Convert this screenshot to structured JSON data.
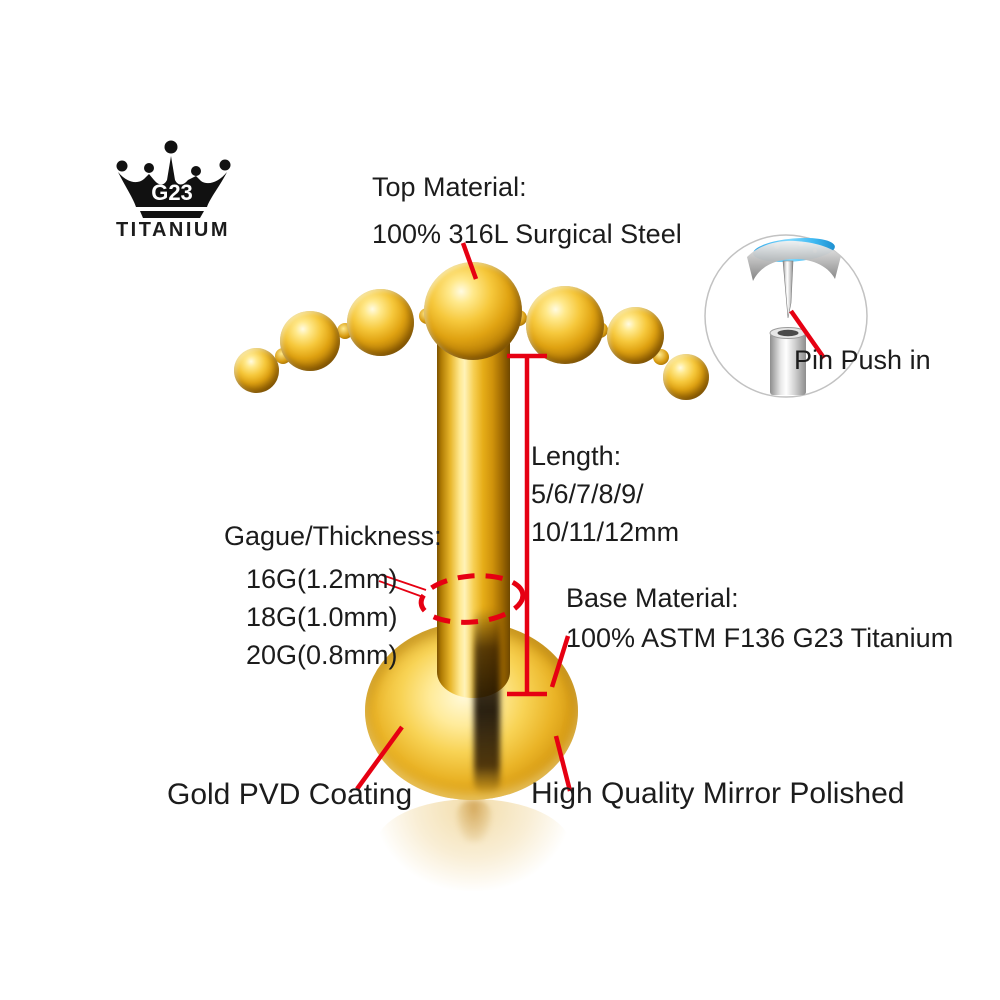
{
  "brand": {
    "crown_label": "G23",
    "name": "TITANIUM"
  },
  "callouts": {
    "top_material": {
      "title": "Top Material:",
      "value": "100% 316L Surgical Steel"
    },
    "pin_push": {
      "label": "Pin Push in"
    },
    "length": {
      "title": "Length:",
      "values_line1": "5/6/7/8/9/",
      "values_line2": "10/11/12mm"
    },
    "gauge": {
      "title": "Gague/Thickness:",
      "options": [
        "16G(1.2mm)",
        "18G(1.0mm)",
        "20G(0.8mm)"
      ]
    },
    "base_material": {
      "title": "Base Material:",
      "value": "100% ASTM F136 G23 Titanium"
    },
    "coating": {
      "label": "Gold PVD Coating"
    },
    "finish": {
      "label": "High Quality Mirror Polished"
    }
  },
  "colors": {
    "annotation_red": "#e60012",
    "text": "#1c1c1c",
    "gold_mid": "#e8b923",
    "opal_blue": "#3fb9f2",
    "inset_border": "#c2c2c2"
  }
}
